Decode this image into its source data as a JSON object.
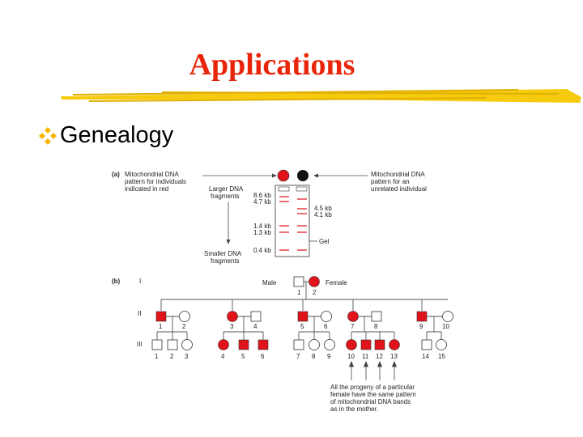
{
  "slide": {
    "title": "Applications",
    "bullet_text": "Genealogy",
    "bullet_icon": "diamond-cluster-bullet-icon",
    "accent_color": "#e8250a",
    "title_bar_color": "#f5c800",
    "bullet_color": "#f5b800"
  },
  "figure": {
    "panel_a": {
      "label": "(a)",
      "left_note": [
        "Mitochondrial DNA",
        "pattern for individuals",
        "indicated in red"
      ],
      "right_note": [
        "Mitochondrial DNA",
        "pattern for an",
        "unrelated individual"
      ],
      "larger_label": [
        "Larger DNA",
        "fragments"
      ],
      "smaller_label": [
        "Smaller DNA",
        "fragments"
      ],
      "left_sizes": [
        "8.6 kb",
        "4.7 kb",
        "1.4 kb",
        "1.3 kb",
        "0.4 kb"
      ],
      "right_sizes": [
        "4.5 kb",
        "4.1 kb"
      ],
      "gel_label": "Gel"
    },
    "panel_b": {
      "label": "(b)",
      "generations": [
        "I",
        "II",
        "III"
      ],
      "male_label": "Male",
      "female_label": "Female",
      "gen1_numbers": [
        "1",
        "2"
      ],
      "gen2_numbers": [
        "1",
        "2",
        "3",
        "4",
        "5",
        "6",
        "7",
        "8",
        "9",
        "10"
      ],
      "gen3_numbers": [
        "1",
        "2",
        "3",
        "4",
        "5",
        "6",
        "7",
        "8",
        "9",
        "10",
        "11",
        "12",
        "13",
        "14",
        "15"
      ],
      "caption": [
        "All the progeny of a particular",
        "female have the same pattern",
        "of mitochondrial DNA bands",
        "as in the mother."
      ]
    }
  }
}
